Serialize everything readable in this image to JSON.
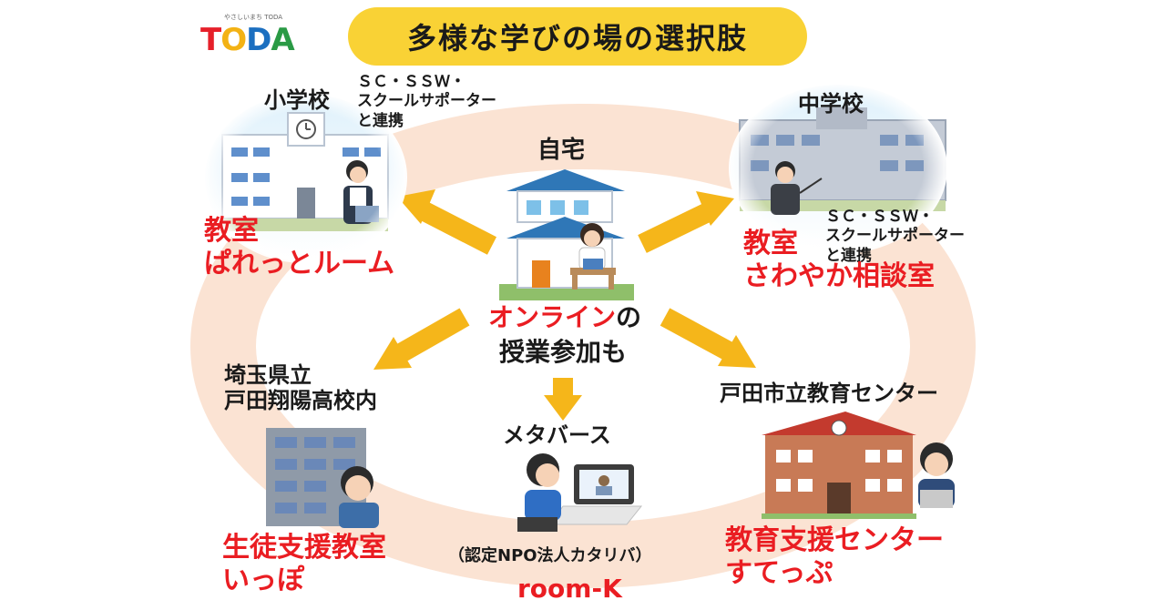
{
  "title": "多様な学びの場の選択肢",
  "logo": {
    "tagline": "やさしいまち TODA",
    "letters": [
      "T",
      "O",
      "D",
      "A"
    ],
    "colors": [
      "#e6202a",
      "#f3b214",
      "#1c6fc0",
      "#2a9a45"
    ]
  },
  "nodes": {
    "home": {
      "label": "自宅",
      "online_red": "オンライン",
      "online_tail": "の",
      "online_line2": "授業参加も"
    },
    "elementary": {
      "label": "小学校",
      "note": [
        "ＳＣ・ＳＳＷ・",
        "スクールサポーター",
        "と連携"
      ],
      "room": [
        "教室",
        "ぱれっとルーム"
      ]
    },
    "junior_high": {
      "label": "中学校",
      "note": [
        "ＳＣ・ＳＳＷ・",
        "スクールサポーター",
        "と連携"
      ],
      "room": [
        "教室",
        "さわやか相談室"
      ]
    },
    "prefectural": {
      "label": [
        "埼玉県立",
        "戸田翔陽高校内"
      ],
      "room": [
        "生徒支援教室",
        "いっぽ"
      ]
    },
    "metaverse": {
      "label": "メタバース",
      "org": "（認定NPO法人カタリバ）",
      "room": "room-K"
    },
    "city_center": {
      "label": "戸田市立教育センター",
      "room": [
        "教育支援センター",
        "すてっぷ"
      ]
    }
  },
  "colors": {
    "arrow": "#f5b61a",
    "accent_red": "#ea1d22",
    "banner": "#f9d235",
    "ring": "#fbe3d3"
  }
}
